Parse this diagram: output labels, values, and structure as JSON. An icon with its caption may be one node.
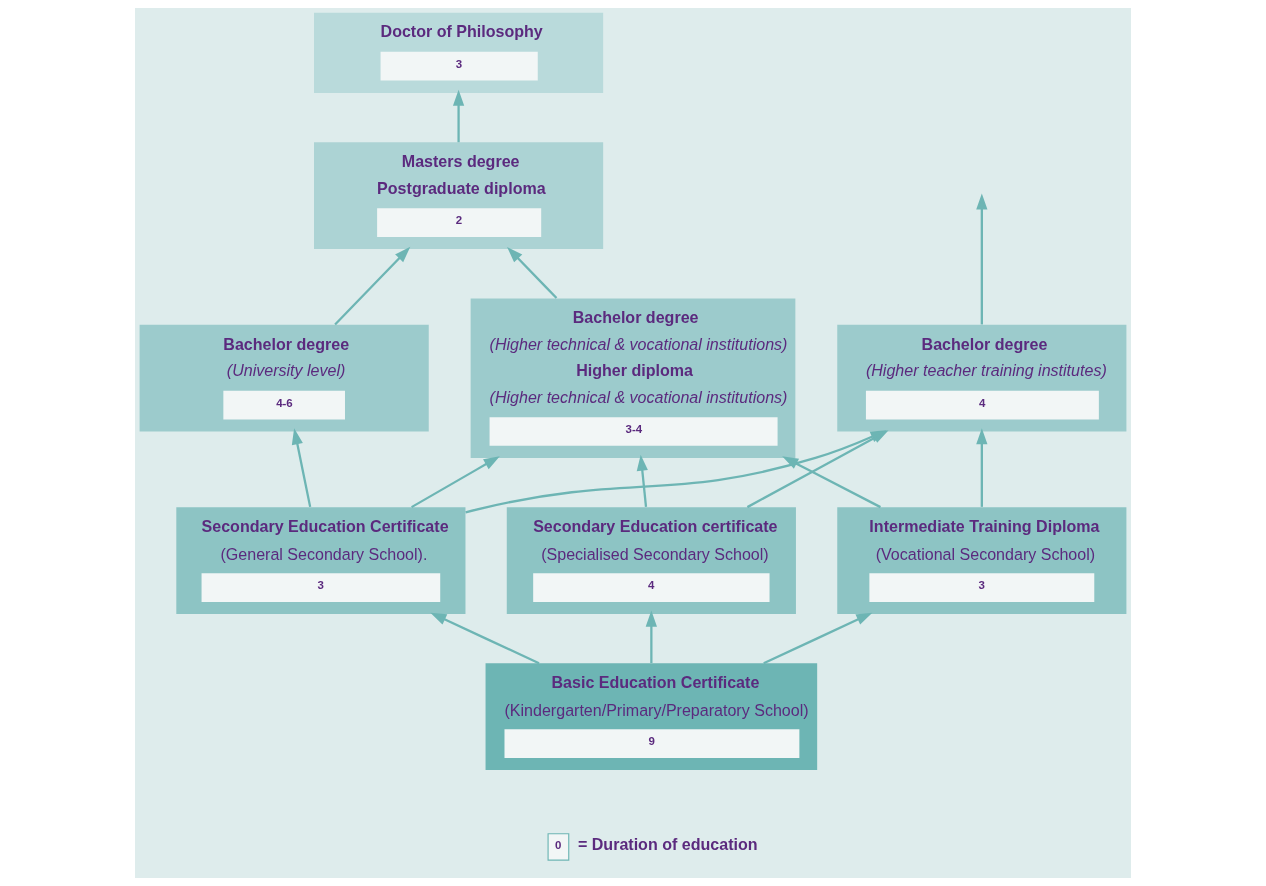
{
  "diagram": {
    "nodes": [
      {
        "text": [
          "Doctor of Philosophy",
          "3"
        ]
      },
      {
        "text": [
          "Masters degree",
          "Postgraduate diploma",
          "2"
        ]
      },
      {
        "text": [
          "Bachelor degree",
          "(University level)",
          "4-6"
        ]
      },
      {
        "text": [
          "Bachelor degree",
          "(Higher technical & vocational institutions)",
          "Higher diploma",
          "(Higher technical & vocational institutions)",
          "3-4"
        ]
      },
      {
        "text": [
          "Bachelor degree",
          "(Higher teacher training institutes)",
          "4"
        ]
      },
      {
        "text": [
          "Secondary Education Certificate",
          "(General Secondary School).",
          "3"
        ]
      },
      {
        "text": [
          "Secondary Education certificate",
          "(Specialised Secondary School)",
          "4"
        ]
      },
      {
        "text": [
          "Intermediate Training Diploma",
          "(Vocational Secondary School)",
          "3"
        ]
      },
      {
        "text": [
          "Basic Education Certificate",
          "(Kindergarten/Primary/Preparatory School)",
          "9"
        ]
      }
    ],
    "edges": [
      {
        "from": 1,
        "to": 0,
        "arrow": "to"
      },
      {
        "from": 2,
        "to": 1,
        "arrow": "to"
      },
      {
        "from": 3,
        "to": 1,
        "arrow": "to"
      },
      {
        "from": 4,
        "to": null,
        "arrow": "to"
      },
      {
        "from": 5,
        "to": 2,
        "arrow": "to"
      },
      {
        "from": 6,
        "to": 3,
        "arrow": "to"
      },
      {
        "from": 7,
        "to": 4,
        "arrow": "to"
      },
      {
        "from": 5,
        "to": 3,
        "arrow": "to"
      },
      {
        "from": 5,
        "to": 4,
        "arrow": "to"
      },
      {
        "from": 6,
        "to": 4,
        "arrow": "to"
      },
      {
        "from": 7,
        "to": 3,
        "arrow": "to"
      },
      {
        "from": 8,
        "to": 5,
        "arrow": "to"
      },
      {
        "from": 8,
        "to": 6,
        "arrow": "to"
      },
      {
        "from": 8,
        "to": 7,
        "arrow": "to"
      }
    ],
    "labels": [
      "0"
    ],
    "legend": [
      {
        "text": "= Duration of education"
      }
    ]
  }
}
